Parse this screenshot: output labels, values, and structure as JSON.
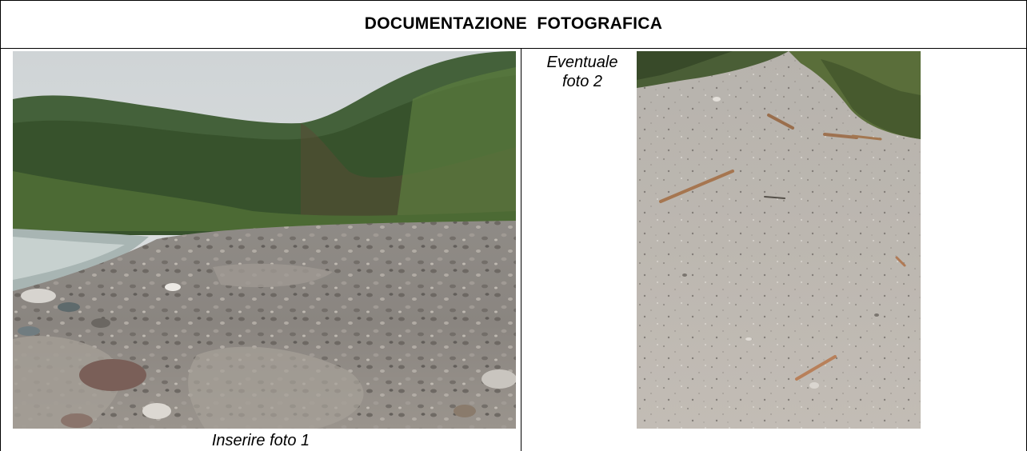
{
  "document": {
    "title": "DOCUMENTAZIONE  FOTOGRAFICA"
  },
  "photos": [
    {
      "caption": "Inserire foto 1",
      "subject": "river-gravel-bar-wooded-hills-photo"
    },
    {
      "caption_line1": "Eventuale",
      "caption_line2": "foto 2",
      "subject": "sandy-riverbed-driftwood-photo"
    }
  ],
  "colors": {
    "border": "#000000",
    "background": "#ffffff",
    "sky": "#d9dcdd",
    "forest": "#3e5a2c",
    "gravel": "#8d8882",
    "sand": "#bdb8b1"
  }
}
